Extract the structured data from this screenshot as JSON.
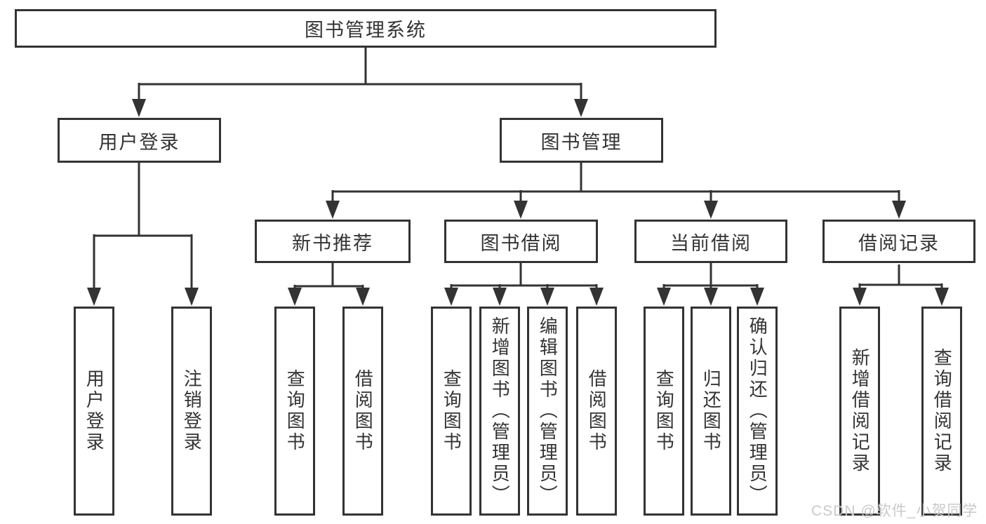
{
  "tree": {
    "label": "图书管理系统",
    "children": [
      {
        "label": "用户登录",
        "children": [
          {
            "label": "用户登录"
          },
          {
            "label": "注销登录"
          }
        ]
      },
      {
        "label": "图书管理",
        "children": [
          {
            "label": "新书推荐",
            "children": [
              {
                "label": "查询图书"
              },
              {
                "label": "借阅图书"
              }
            ]
          },
          {
            "label": "图书借阅",
            "children": [
              {
                "label": "查询图书"
              },
              {
                "label": "新增图书（管理员）"
              },
              {
                "label": "编辑图书（管理员）"
              },
              {
                "label": "借阅图书"
              }
            ]
          },
          {
            "label": "当前借阅",
            "children": [
              {
                "label": "查询图书"
              },
              {
                "label": "归还图书"
              },
              {
                "label": "确认归还（管理员）"
              }
            ]
          },
          {
            "label": "借阅记录",
            "children": [
              {
                "label": "新增借阅记录"
              },
              {
                "label": "查询借阅记录"
              }
            ]
          }
        ]
      }
    ]
  },
  "watermark": {
    "text": "CSDN @软件_小贺同学",
    "color": "#c9c9c9"
  },
  "colors": {
    "line": "#333333",
    "background": "#ffffff",
    "text": "#333333"
  }
}
